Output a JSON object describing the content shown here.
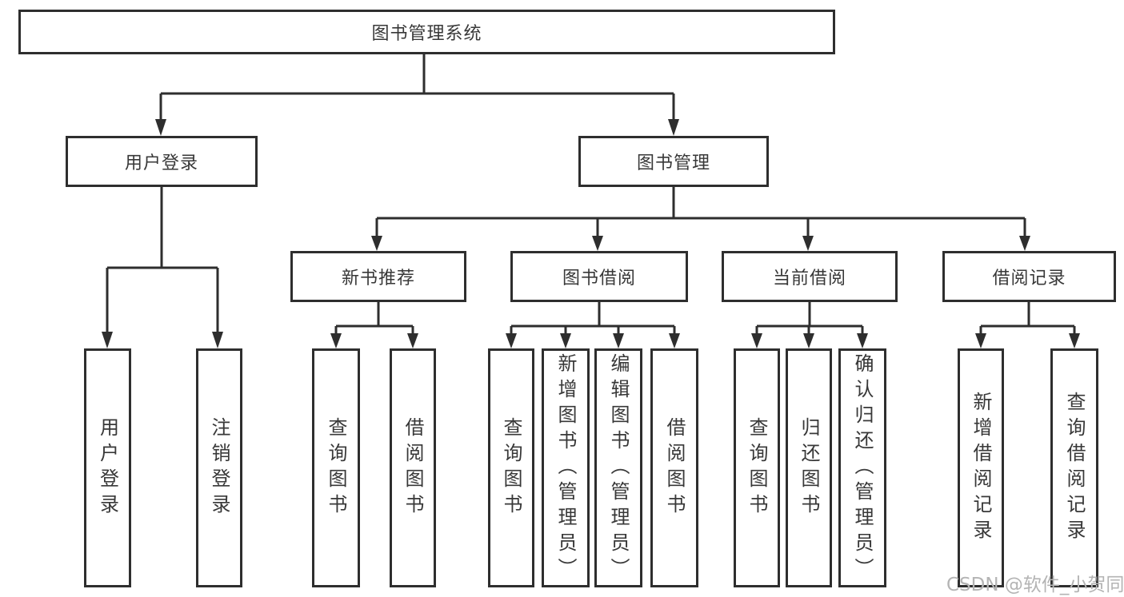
{
  "diagram": {
    "root": "图书管理系统",
    "level2": {
      "user_login": "用户登录",
      "book_management": "图书管理"
    },
    "level3": {
      "new_book_recommend": "新书推荐",
      "book_borrowing": "图书借阅",
      "current_borrowing": "当前借阅",
      "borrow_records": "借阅记录"
    },
    "leaves": {
      "user_login": "用户登录",
      "logout": "注销登录",
      "query_books_1": "查询图书",
      "borrow_books_1": "借阅图书",
      "query_books_2": "查询图书",
      "add_books_admin": "新增图书（管理员）",
      "edit_books_admin": "编辑图书（管理员）",
      "borrow_books_2": "借阅图书",
      "query_books_3": "查询图书",
      "return_books": "归还图书",
      "confirm_return_admin": "确认归还（管理员）",
      "add_borrow_record": "新增借阅记录",
      "query_borrow_record": "查询借阅记录"
    }
  },
  "watermark": "CSDN @软件_小贺同学",
  "colors": {
    "line": "#2e2e2e",
    "text": "#383838",
    "background": "#ffffff",
    "watermark": "#b4b4b4"
  }
}
